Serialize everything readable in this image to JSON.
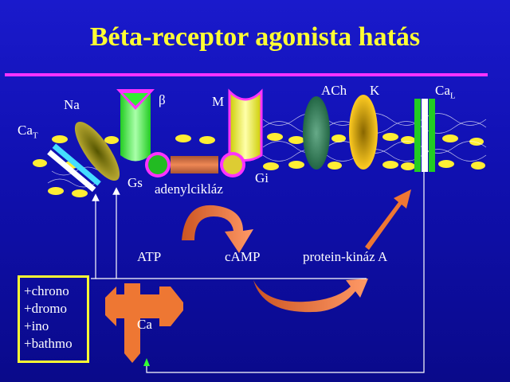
{
  "title": "Béta-receptor agonista hatás",
  "channels": {
    "cat_main": "Ca",
    "cat_sub": "T",
    "na": "Na",
    "beta": "β",
    "m": "M",
    "ach": "ACh",
    "k": "K",
    "cal_main": "Ca",
    "cal_sub": "L"
  },
  "gproteins": {
    "gs": "Gs",
    "gi": "Gi"
  },
  "enzyme": "adenylcikláz",
  "pathway": {
    "atp": "ATP",
    "camp": "cAMP",
    "pka": "protein-kináz A"
  },
  "ca_center": "Ca",
  "effects": [
    "+chrono",
    "+dromo",
    "+ino",
    "+bathmo"
  ],
  "colors": {
    "title": "#ffff33",
    "rule": "#ff33ff",
    "lipid": "#ffee33",
    "beta_receptor": "#33ee33",
    "m_receptor": "#eeee33",
    "orange_arrow": "#ee7733",
    "ca_channel": "#22bb22"
  }
}
